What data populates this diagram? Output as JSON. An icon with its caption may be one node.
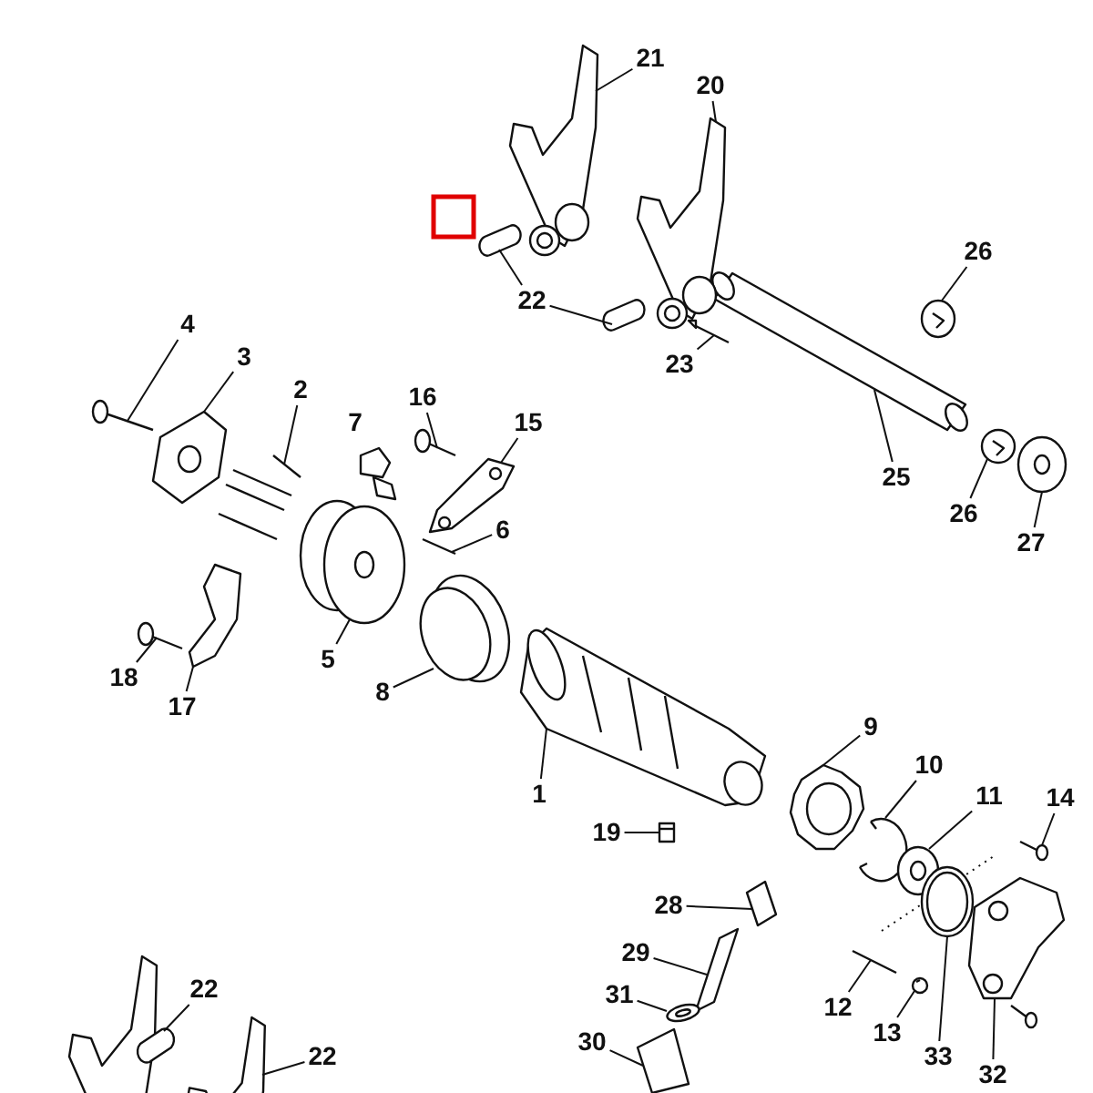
{
  "diagram": {
    "nodes": [
      {
        "text": [
          "21"
        ]
      },
      {
        "text": [
          "20"
        ]
      },
      {
        "text": [
          "22"
        ]
      },
      {
        "text": [
          "26"
        ]
      },
      {
        "text": [
          "23"
        ]
      },
      {
        "text": [
          "25"
        ]
      },
      {
        "text": [
          "26"
        ]
      },
      {
        "text": [
          "27"
        ]
      },
      {
        "text": [
          "4"
        ]
      },
      {
        "text": [
          "3"
        ]
      },
      {
        "text": [
          "2"
        ]
      },
      {
        "text": [
          "16"
        ]
      },
      {
        "text": [
          "15"
        ]
      },
      {
        "text": [
          "6"
        ]
      },
      {
        "text": [
          "5"
        ]
      },
      {
        "text": [
          "8"
        ]
      },
      {
        "text": [
          "18"
        ]
      },
      {
        "text": [
          "17"
        ]
      },
      {
        "text": [
          "1"
        ]
      },
      {
        "text": [
          "9"
        ]
      },
      {
        "text": [
          "10"
        ]
      },
      {
        "text": [
          "19"
        ]
      },
      {
        "text": [
          "11"
        ]
      },
      {
        "text": [
          "14"
        ]
      },
      {
        "text": [
          "28"
        ]
      },
      {
        "text": [
          "29"
        ]
      },
      {
        "text": [
          "31"
        ]
      },
      {
        "text": [
          "12"
        ]
      },
      {
        "text": [
          "13"
        ]
      },
      {
        "text": [
          "30"
        ]
      },
      {
        "text": [
          "33"
        ]
      },
      {
        "text": [
          "32"
        ]
      },
      {
        "text": [
          "22"
        ]
      },
      {
        "text": [
          "22"
        ]
      },
      {
        "text": [],
        "shape": "picture"
      },
      {
        "text": [],
        "shape": "picture"
      },
      {
        "text": [],
        "shape": "picture"
      },
      {
        "text": [],
        "shape": "picture"
      },
      {
        "text": [],
        "shape": "picture"
      },
      {
        "text": [],
        "shape": "picture"
      },
      {
        "text": [],
        "shape": "picture"
      },
      {
        "text": [],
        "shape": "picture"
      },
      {
        "text": [],
        "shape": "picture"
      },
      {
        "text": [],
        "shape": "picture"
      },
      {
        "text": [],
        "shape": "picture"
      },
      {
        "text": [],
        "shape": "picture"
      },
      {
        "text": [],
        "shape": "picture"
      },
      {
        "text": [],
        "shape": "picture"
      },
      {
        "text": [],
        "shape": "picture"
      },
      {
        "text": [],
        "shape": "picture"
      },
      {
        "text": [],
        "shape": "picture"
      },
      {
        "text": [],
        "shape": "picture"
      },
      {
        "text": [],
        "shape": "picture"
      },
      {
        "text": [],
        "shape": "picture"
      },
      {
        "text": [],
        "shape": "picture"
      },
      {
        "text": [],
        "shape": "picture"
      },
      {
        "text": [],
        "shape": "picture"
      },
      {
        "text": [],
        "shape": "picture"
      },
      {
        "text": [],
        "shape": "picture"
      },
      {
        "text": [],
        "shape": "picture"
      },
      {
        "text": [],
        "shape": "picture"
      },
      {
        "text": [],
        "shape": "picture"
      },
      {
        "text": [],
        "shape": "picture"
      },
      {
        "text": [],
        "shape": "picture"
      },
      {
        "text": [],
        "shape": "picture"
      },
      {
        "text": [],
        "shape": "picture"
      },
      {
        "text": [],
        "shape": "picture"
      },
      {
        "text": [],
        "shape": "picture"
      },
      {
        "text": [],
        "shape": "picture"
      }
    ],
    "edges": [
      {
        "from": 0,
        "to": 39,
        "arrow": "none"
      },
      {
        "from": 1,
        "to": 40,
        "arrow": "none"
      },
      {
        "from": 2,
        "to": 34,
        "arrow": "none"
      },
      {
        "from": 2,
        "to": 35,
        "arrow": "none"
      },
      {
        "from": 3,
        "to": 36,
        "arrow": "none"
      },
      {
        "from": 4,
        "to": 41,
        "arrow": "none"
      },
      {
        "from": 5,
        "to": 42,
        "arrow": "none"
      },
      {
        "from": 6,
        "to": 37,
        "arrow": "none"
      },
      {
        "from": 7,
        "to": 43,
        "arrow": "none"
      },
      {
        "from": 8,
        "to": 44,
        "arrow": "none"
      },
      {
        "from": 9,
        "to": 45,
        "arrow": "none"
      },
      {
        "from": 10,
        "to": 46,
        "arrow": "none"
      },
      {
        "from": 11,
        "to": 47,
        "arrow": "none"
      },
      {
        "from": 12,
        "to": 48,
        "arrow": "none"
      },
      {
        "from": 13,
        "to": 49,
        "arrow": "none"
      },
      {
        "from": 14,
        "to": 50,
        "arrow": "none"
      },
      {
        "from": 15,
        "to": 51,
        "arrow": "none"
      },
      {
        "from": 16,
        "to": 38,
        "arrow": "none"
      },
      {
        "from": 17,
        "to": 52,
        "arrow": "none"
      },
      {
        "from": 18,
        "to": 53,
        "arrow": "none"
      },
      {
        "from": 19,
        "to": 54,
        "arrow": "none"
      },
      {
        "from": 20,
        "to": 55,
        "arrow": "none"
      },
      {
        "from": 21,
        "to": 56,
        "arrow": "none"
      },
      {
        "from": 22,
        "to": 57,
        "arrow": "none"
      },
      {
        "from": 23,
        "to": 58,
        "arrow": "none"
      },
      {
        "from": 24,
        "to": 59,
        "arrow": "none"
      },
      {
        "from": 25,
        "to": 60,
        "arrow": "none"
      },
      {
        "from": 26,
        "to": 61,
        "arrow": "none"
      },
      {
        "from": 27,
        "to": 62,
        "arrow": "none"
      },
      {
        "from": 28,
        "to": 63,
        "arrow": "none"
      },
      {
        "from": 29,
        "to": 64,
        "arrow": "none"
      },
      {
        "from": 30,
        "to": 65,
        "arrow": "none"
      },
      {
        "from": 31,
        "to": 66,
        "arrow": "none"
      },
      {
        "from": 32,
        "to": 67,
        "arrow": "none"
      },
      {
        "from": 33,
        "to": 68,
        "arrow": "none"
      }
    ],
    "labels": [
      "7"
    ]
  }
}
